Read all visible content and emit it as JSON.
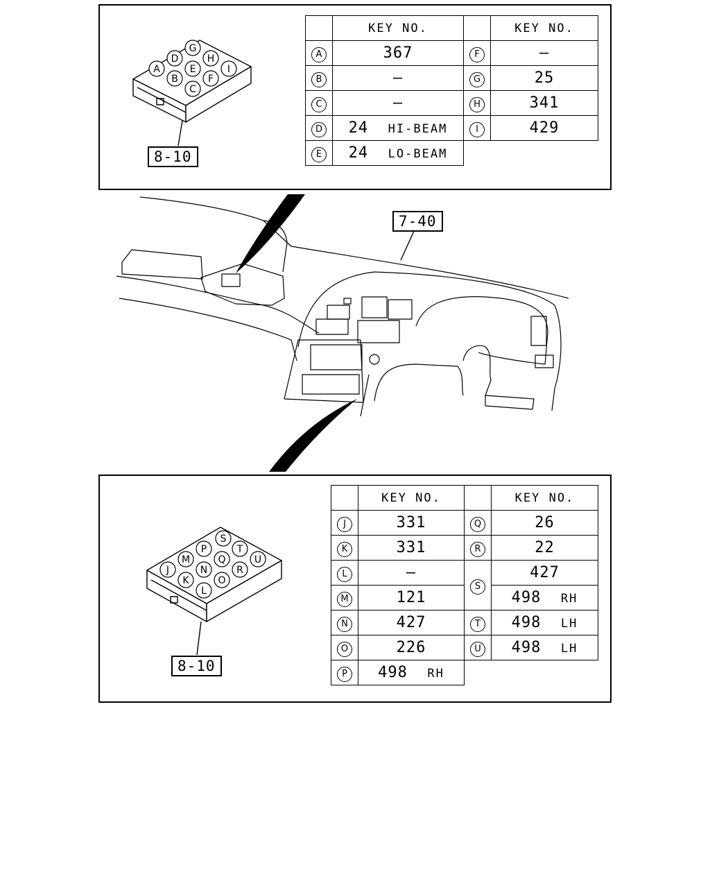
{
  "top_table": {
    "header_key": "KEY NO.",
    "left": [
      {
        "label": "A",
        "value": "367",
        "suffix": ""
      },
      {
        "label": "B",
        "value": "—",
        "suffix": ""
      },
      {
        "label": "C",
        "value": "—",
        "suffix": ""
      },
      {
        "label": "D",
        "value": "24",
        "suffix": "HI-BEAM"
      },
      {
        "label": "E",
        "value": "24",
        "suffix": "LO-BEAM"
      }
    ],
    "right": [
      {
        "label": "F",
        "value": "—",
        "suffix": ""
      },
      {
        "label": "G",
        "value": "25",
        "suffix": ""
      },
      {
        "label": "H",
        "value": "341",
        "suffix": ""
      },
      {
        "label": "I",
        "value": "429",
        "suffix": ""
      }
    ]
  },
  "bottom_table": {
    "header_key": "KEY NO.",
    "left": [
      {
        "label": "J",
        "value": "331",
        "suffix": ""
      },
      {
        "label": "K",
        "value": "331",
        "suffix": ""
      },
      {
        "label": "L",
        "value": "—",
        "suffix": ""
      },
      {
        "label": "M",
        "value": "121",
        "suffix": ""
      },
      {
        "label": "N",
        "value": "427",
        "suffix": ""
      },
      {
        "label": "O",
        "value": "226",
        "suffix": ""
      },
      {
        "label": "P",
        "value": "498",
        "suffix": "RH"
      }
    ],
    "right": [
      {
        "label": "Q",
        "value": "26",
        "suffix": ""
      },
      {
        "label": "R",
        "value": "22",
        "suffix": ""
      },
      {
        "label": "S",
        "value": "427",
        "suffix": "",
        "value2": "498",
        "suffix2": "RH"
      },
      {
        "label": "T",
        "value": "498",
        "suffix": "LH"
      },
      {
        "label": "U",
        "value": "498",
        "suffix": "LH"
      }
    ]
  },
  "refs": {
    "top_switch": "8-10",
    "dashboard": "7-40",
    "bottom_switch": "8-10"
  },
  "top_connector_labels": [
    "A",
    "B",
    "C",
    "D",
    "E",
    "F",
    "G",
    "H",
    "I"
  ],
  "bottom_connector_labels": [
    "J",
    "K",
    "L",
    "M",
    "N",
    "O",
    "P",
    "Q",
    "R",
    "S",
    "T",
    "U"
  ]
}
